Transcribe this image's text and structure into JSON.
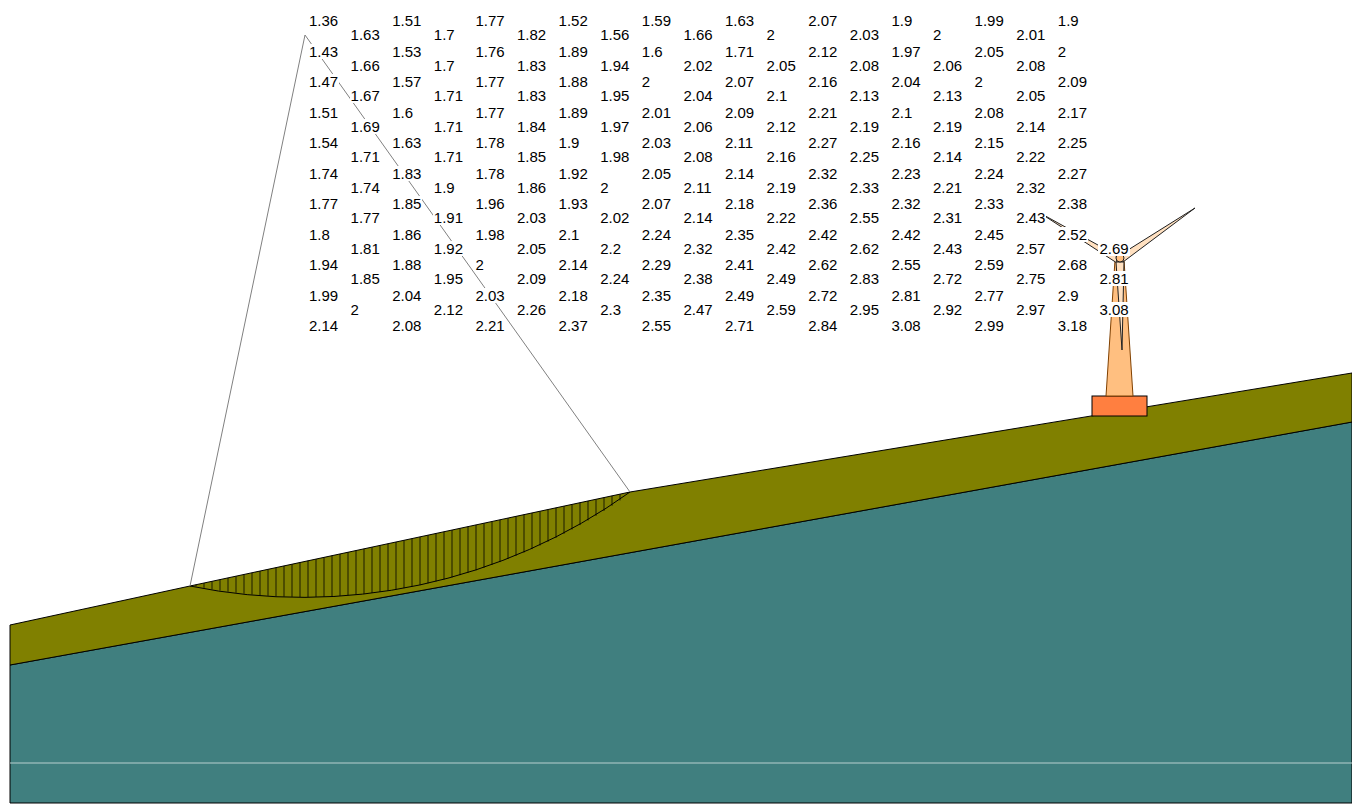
{
  "diagram": {
    "labels": [
      "1.36",
      "1.51",
      "1.77",
      "1.52",
      "1.59",
      "1.63",
      "2.07",
      "1.9",
      "1.99",
      "1.9",
      "1.63",
      "1.7",
      "1.82",
      "1.56",
      "1.66",
      "2",
      "2.03",
      "2",
      "2.01",
      "1.43",
      "1.53",
      "1.76",
      "1.89",
      "1.6",
      "1.71",
      "2.12",
      "1.97",
      "2.05",
      "2",
      "1.66",
      "1.7",
      "1.83",
      "1.94",
      "2.02",
      "2.05",
      "2.08",
      "2.06",
      "2.08",
      "1.47",
      "1.57",
      "1.77",
      "1.88",
      "2",
      "2.07",
      "2.16",
      "2.04",
      "2",
      "2.09",
      "1.67",
      "1.71",
      "1.83",
      "1.95",
      "2.04",
      "2.1",
      "2.13",
      "2.13",
      "2.05",
      "1.51",
      "1.6",
      "1.77",
      "1.89",
      "2.01",
      "2.09",
      "2.21",
      "2.1",
      "2.08",
      "2.17",
      "1.69",
      "1.71",
      "1.84",
      "1.97",
      "2.06",
      "2.12",
      "2.19",
      "2.19",
      "2.14",
      "1.54",
      "1.63",
      "1.78",
      "1.9",
      "2.03",
      "2.11",
      "2.27",
      "2.16",
      "2.15",
      "2.25",
      "1.71",
      "1.71",
      "1.85",
      "1.98",
      "2.08",
      "2.16",
      "2.25",
      "2.14",
      "2.22",
      "1.74",
      "1.83",
      "1.78",
      "1.92",
      "2.05",
      "2.14",
      "2.32",
      "2.23",
      "2.24",
      "2.27",
      "1.74",
      "1.9",
      "1.86",
      "2",
      "2.11",
      "2.19",
      "2.33",
      "2.21",
      "2.32",
      "1.77",
      "1.85",
      "1.96",
      "1.93",
      "2.07",
      "2.18",
      "2.36",
      "2.32",
      "2.33",
      "2.38",
      "1.77",
      "1.91",
      "2.03",
      "2.02",
      "2.14",
      "2.22",
      "2.55",
      "2.31",
      "2.43",
      "1.8",
      "1.86",
      "1.98",
      "2.1",
      "2.24",
      "2.35",
      "2.42",
      "2.42",
      "2.45",
      "2.52",
      "1.81",
      "1.92",
      "2.05",
      "2.2",
      "2.32",
      "2.42",
      "2.62",
      "2.43",
      "2.57",
      "2.69",
      "1.94",
      "1.88",
      "2",
      "2.14",
      "2.29",
      "2.41",
      "2.62",
      "2.55",
      "2.59",
      "2.68",
      "1.85",
      "1.95",
      "2.09",
      "2.24",
      "2.38",
      "2.49",
      "2.83",
      "2.72",
      "2.75",
      "2.81",
      "1.99",
      "2.04",
      "2.03",
      "2.18",
      "2.35",
      "2.49",
      "2.72",
      "2.81",
      "2.77",
      "2.9",
      "2",
      "2.12",
      "2.26",
      "2.3",
      "2.47",
      "2.59",
      "2.95",
      "2.92",
      "2.97",
      "3.08",
      "2.14",
      "2.08",
      "2.21",
      "2.37",
      "2.55",
      "2.71",
      "2.84",
      "3.08",
      "2.99",
      "3.18"
    ]
  }
}
